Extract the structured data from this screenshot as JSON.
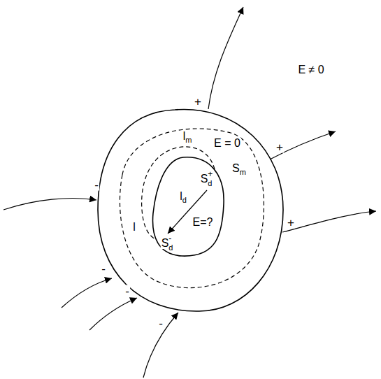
{
  "diagram": {
    "nodes": [
      {
        "text": [
          "E = 0",
          "Sm",
          "lm",
          "l"
        ]
      },
      {
        "text": [
          "Sd+",
          "ld",
          "E=?",
          "Sd-"
        ],
        "in": 0
      }
    ],
    "labels": [
      "E ≠ 0",
      "+",
      "+",
      "+",
      "-",
      "-",
      "-",
      "-"
    ]
  }
}
